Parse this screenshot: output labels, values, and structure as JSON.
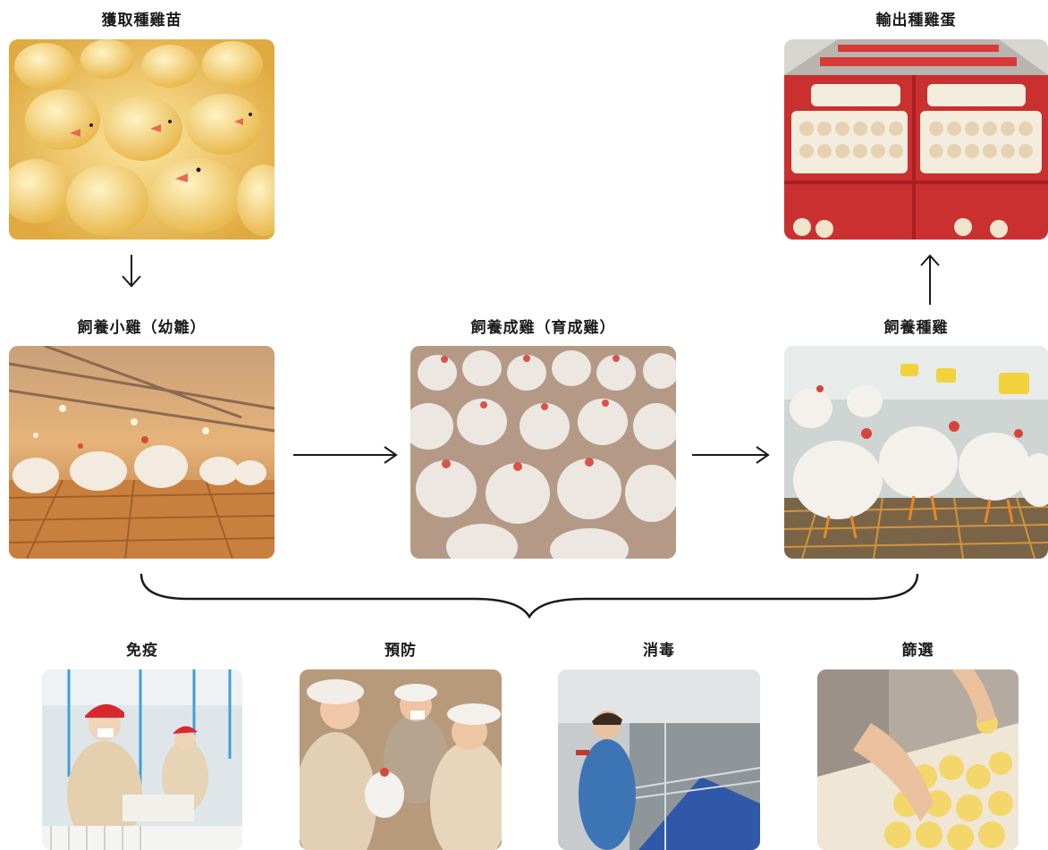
{
  "process": {
    "step_chicks": {
      "label": "獲取種雞苗"
    },
    "step_output": {
      "label": "輸出種雞蛋"
    },
    "step_young": {
      "label": "飼養小雞（幼雛）"
    },
    "step_grower": {
      "label": "飼養成雞（育成雞）"
    },
    "step_breeder": {
      "label": "飼養種雞"
    }
  },
  "measures": [
    {
      "label": "免疫",
      "icon": "immunization-photo"
    },
    {
      "label": "預防",
      "icon": "prevention-photo"
    },
    {
      "label": "消毒",
      "icon": "disinfection-photo"
    },
    {
      "label": "篩選",
      "icon": "screening-photo"
    }
  ],
  "colors": {
    "arrow": "#1a1a1a",
    "chick_yellow": "#f3cf6a",
    "crate_red": "#e2333a",
    "barn_orange": "#c77a3a",
    "hen_white": "#f2efe9"
  }
}
